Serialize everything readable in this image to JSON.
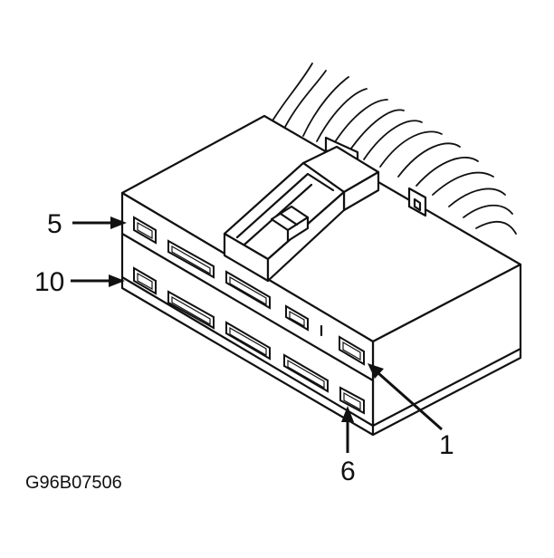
{
  "figure_code": "G96B07506",
  "callouts": {
    "pin_5": "5",
    "pin_10": "10",
    "pin_1": "1",
    "pin_6": "6"
  },
  "colors": {
    "ink": "#111111",
    "background": "#ffffff"
  }
}
